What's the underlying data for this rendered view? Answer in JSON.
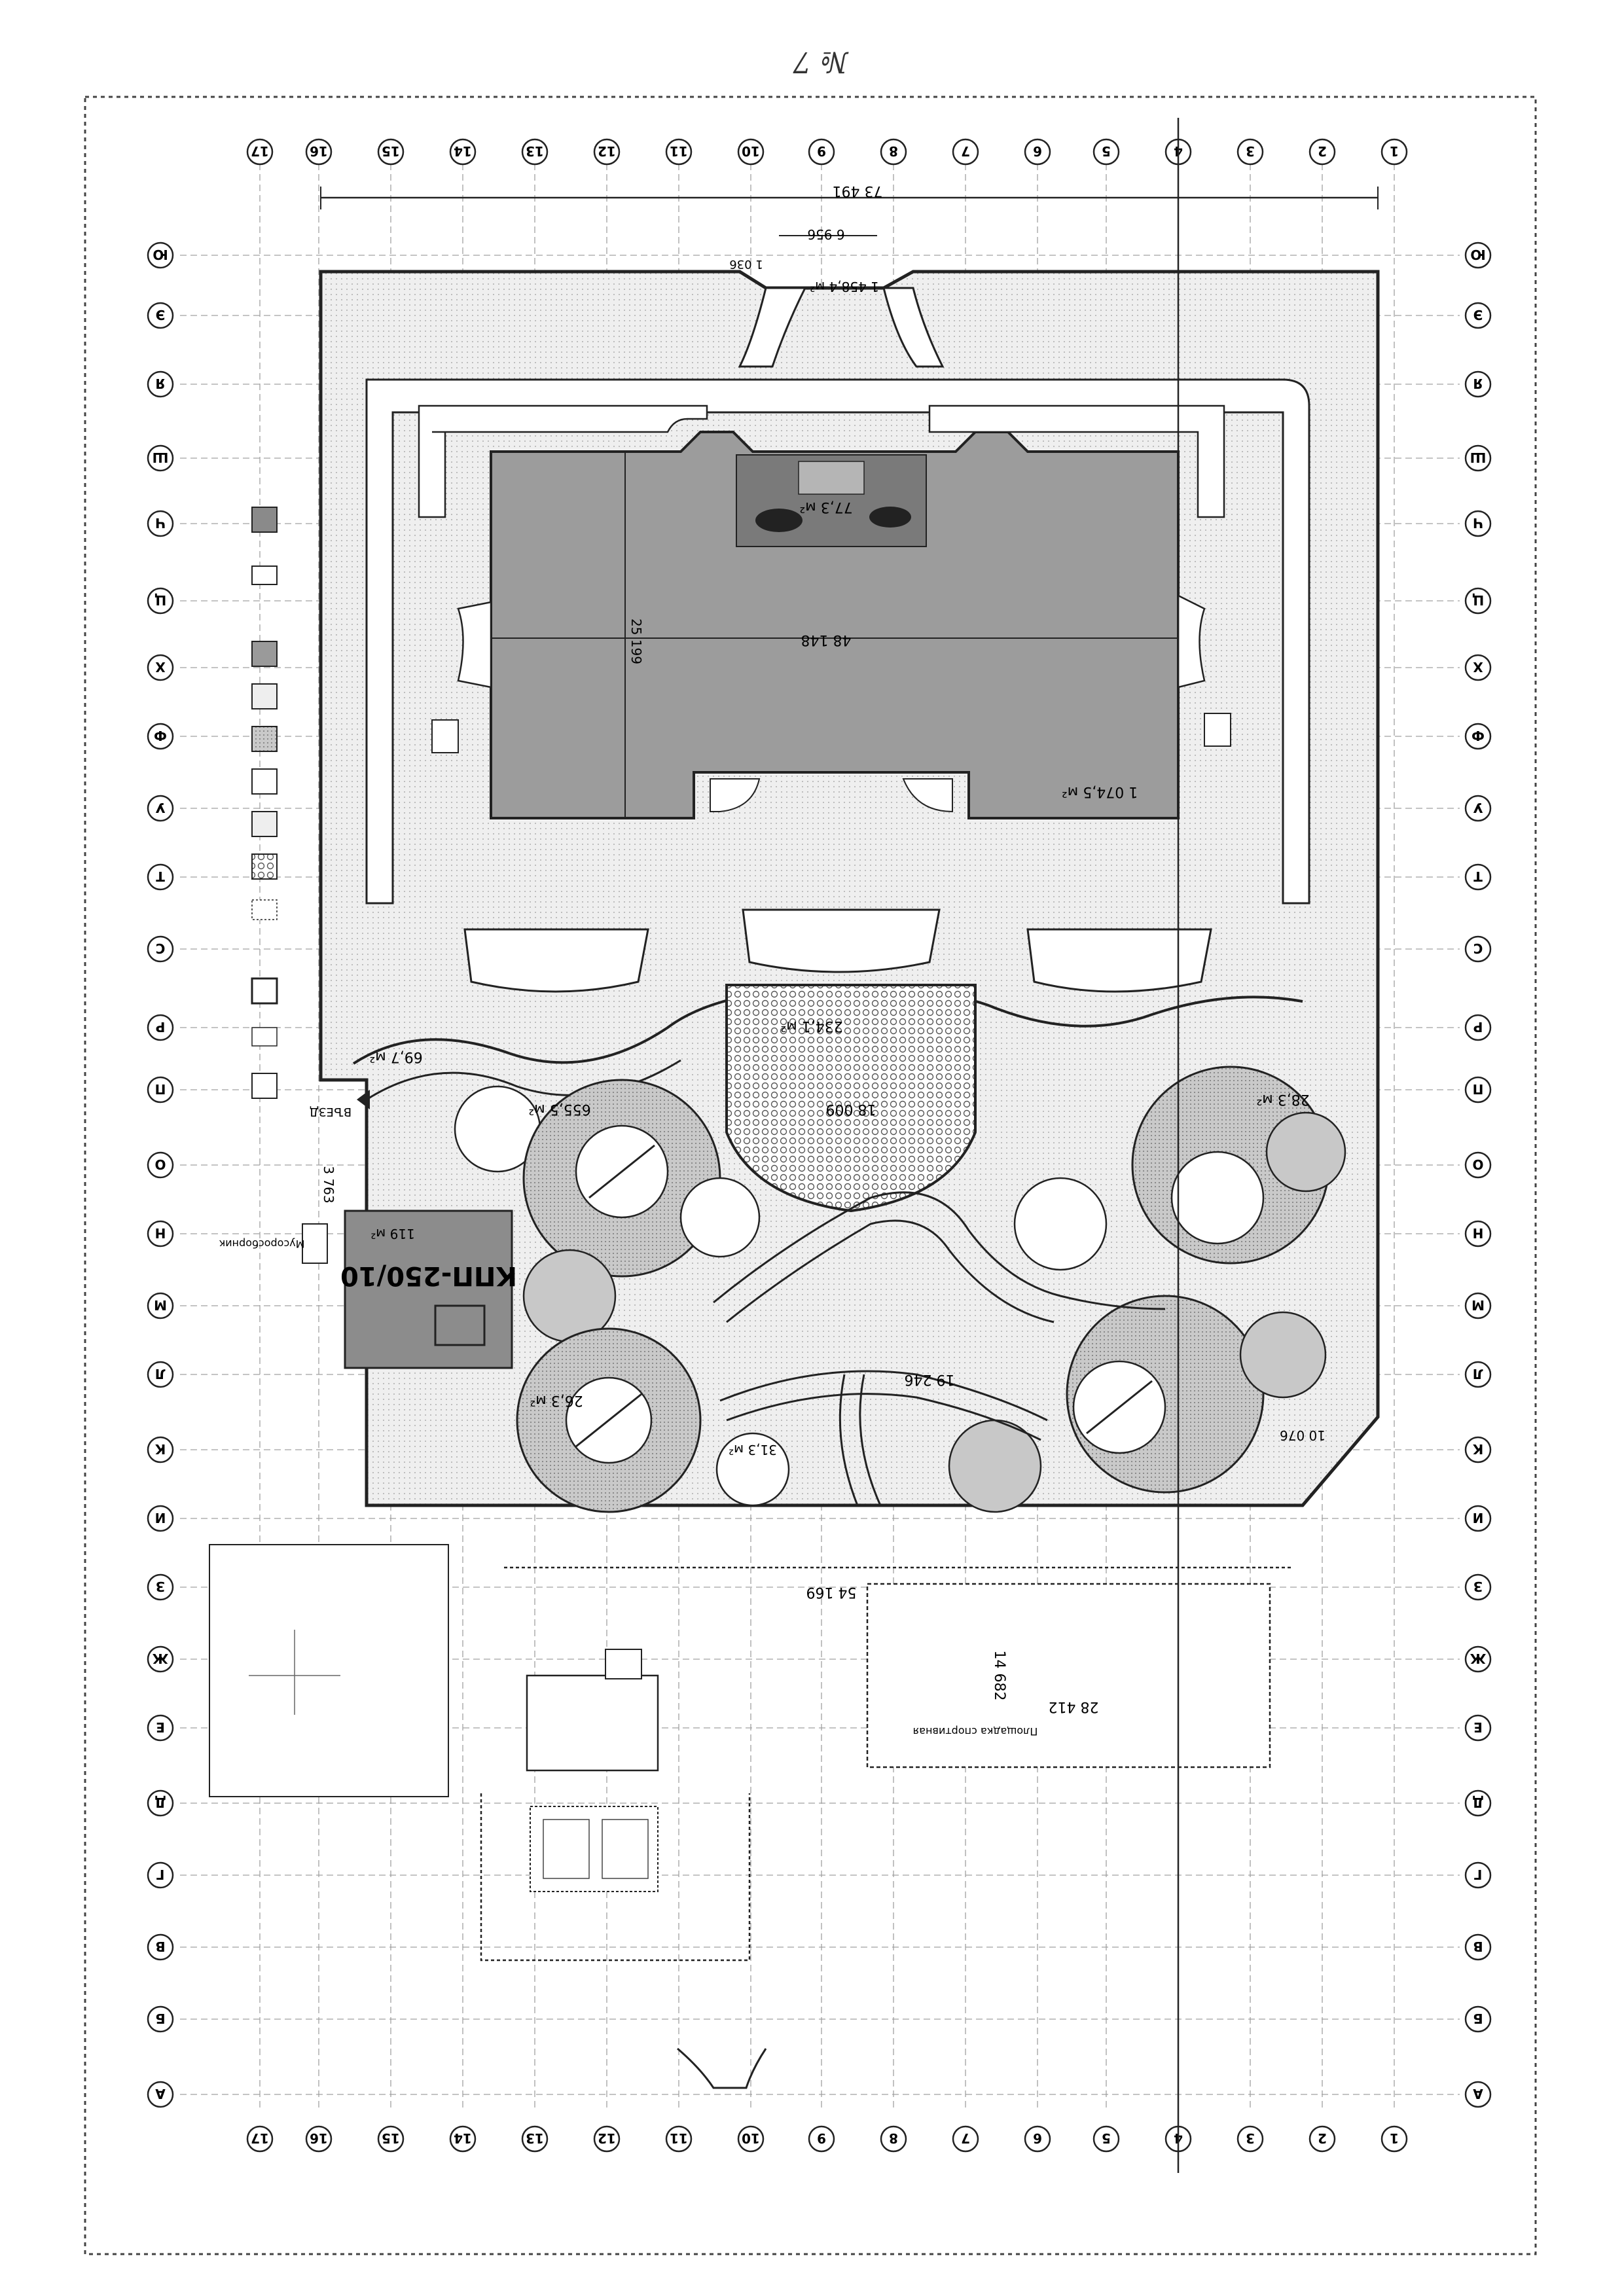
{
  "sheet": {
    "handwritten_mark": "№ 7",
    "colors": {
      "line": "#222222",
      "grid": "#9a9a9a",
      "building": "#9c9c9c",
      "paving": "#e6e6e6",
      "lawn": "#c8c8c8"
    }
  },
  "axes": {
    "numeric": [
      "17",
      "16",
      "15",
      "14",
      "13",
      "12",
      "11",
      "10",
      "9",
      "8",
      "7",
      "6",
      "5",
      "4",
      "3",
      "2",
      "1"
    ],
    "letter": [
      "Ю",
      "Э",
      "Я",
      "Ш",
      "Ч",
      "Ц",
      "Х",
      "Ф",
      "У",
      "Т",
      "С",
      "Р",
      "П",
      "О",
      "Н",
      "М",
      "Л",
      "К",
      "И",
      "З",
      "Ж",
      "Е",
      "Д",
      "Г",
      "В",
      "Б",
      "А"
    ]
  },
  "dimensions": {
    "overall_width": "73 491",
    "entry_width": "6 956",
    "entry_area": "1 458,4 м²",
    "entry_small": "1 036",
    "building_length": "48 148",
    "building_depth": "25 199",
    "building_area": "1 074,5 м²",
    "terrace_area": "77,3 м²",
    "playground_area": "234,1 м²",
    "playground_dim": "18 009",
    "garden_area_left": "655,5 м²",
    "small_area": "69,7 м²",
    "circle_area_right": "28,3 м²",
    "circle_area_left": "26,3 м²",
    "circle_area_small": "31,3 м²",
    "path_length": "19 246",
    "side_dim": "10 076",
    "kpp_label": "КПП-250/10",
    "kpp_area": "119 м²",
    "left_dim": "3 763",
    "lower_width": "54 169",
    "court_width": "28 412",
    "court_depth": "14 682",
    "court_label": "Площадка спортивная",
    "musor_label": "Мусоросборник",
    "vyezd_label": "ВЪЕЗД"
  }
}
